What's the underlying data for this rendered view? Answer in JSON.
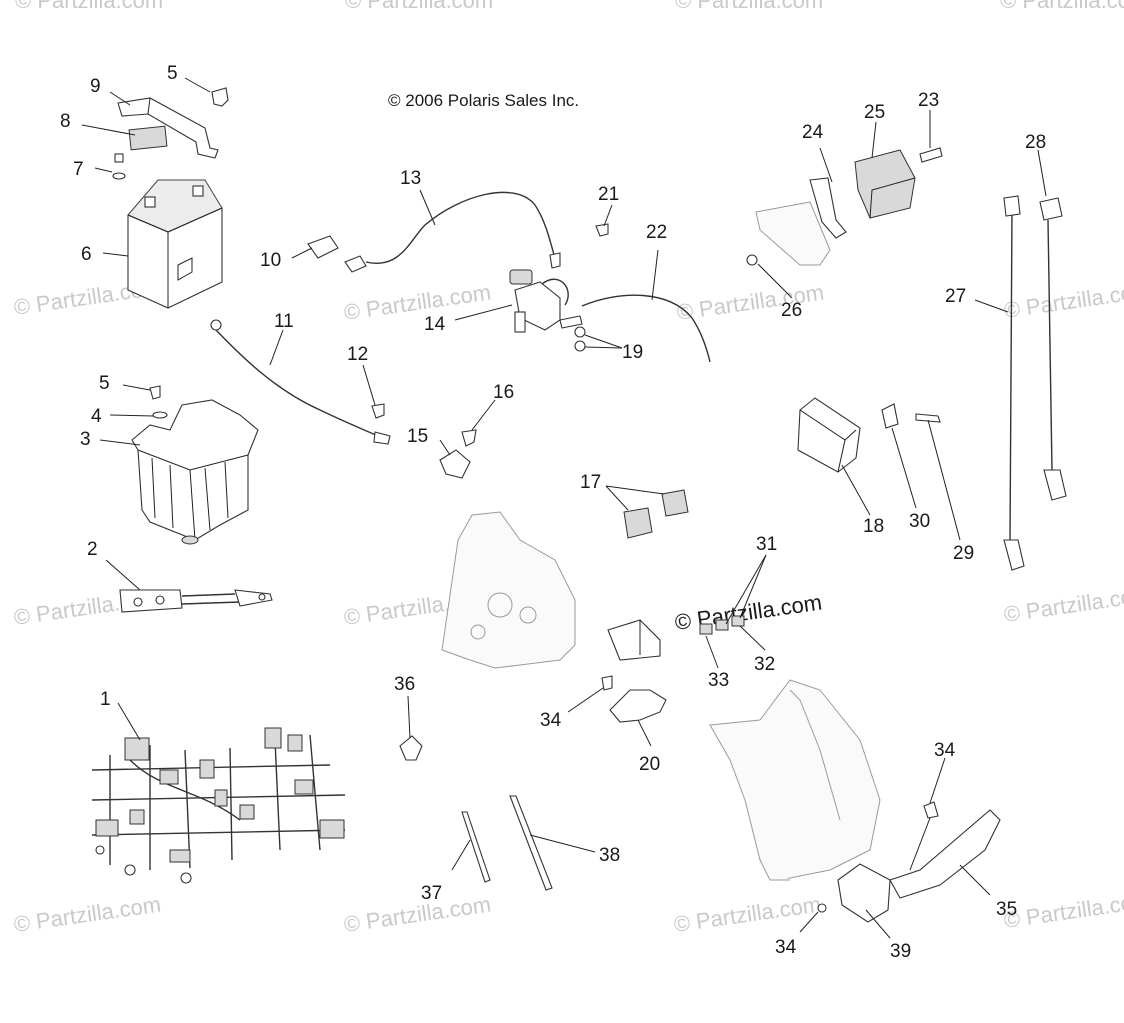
{
  "copyright": "© 2006 Polaris Sales Inc.",
  "watermark": "© Partzilla.com",
  "watermark_center": "© Partzilla.com",
  "callouts": {
    "c1": "1",
    "c2": "2",
    "c3": "3",
    "c4": "4",
    "c5a": "5",
    "c5b": "5",
    "c6": "6",
    "c7": "7",
    "c8": "8",
    "c9": "9",
    "c10": "10",
    "c11": "11",
    "c12": "12",
    "c13": "13",
    "c14": "14",
    "c15": "15",
    "c16": "16",
    "c17": "17",
    "c18": "18",
    "c19": "19",
    "c20": "20",
    "c21": "21",
    "c22": "22",
    "c23": "23",
    "c24": "24",
    "c25": "25",
    "c26": "26",
    "c27": "27",
    "c28": "28",
    "c29": "29",
    "c30": "30",
    "c31": "31",
    "c32": "32",
    "c33": "33",
    "c34a": "34",
    "c34b": "34",
    "c34c": "34",
    "c35": "35",
    "c36": "36",
    "c37": "37",
    "c38": "38",
    "c39": "39"
  }
}
